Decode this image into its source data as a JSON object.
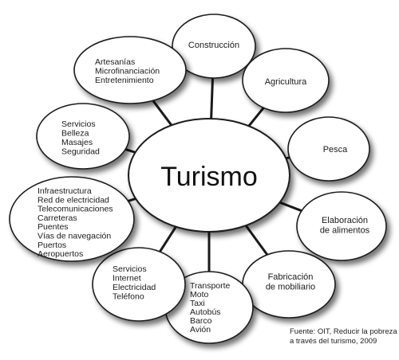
{
  "center": {
    "label": "Turismo"
  },
  "nodes": [
    {
      "id": "construccion",
      "lines": [
        "Construcción"
      ]
    },
    {
      "id": "agricultura",
      "lines": [
        "Agricultura"
      ]
    },
    {
      "id": "pesca",
      "lines": [
        "Pesca"
      ]
    },
    {
      "id": "elaboracion",
      "lines": [
        "Elaboración",
        "de alimentos"
      ]
    },
    {
      "id": "fabricacion",
      "lines": [
        "Fabricación",
        "de mobiliario"
      ]
    },
    {
      "id": "transporte",
      "lines": [
        "Transporte",
        "Moto",
        "Taxi",
        "Autobús",
        "Barco",
        "Avión"
      ]
    },
    {
      "id": "servicios-internet",
      "lines": [
        "Servicios",
        "Internet",
        "Electricidad",
        "Teléfono"
      ]
    },
    {
      "id": "infraestructura",
      "lines": [
        "Infraestructura",
        "Red de electricidad",
        "Telecomunicaciones",
        "Carreteras",
        "Puentes",
        "Vías de navegación",
        "Puertos",
        "Aeropuertos"
      ]
    },
    {
      "id": "servicios-belleza",
      "lines": [
        "Servicios",
        "Belleza",
        "Masajes",
        "Seguridad"
      ]
    },
    {
      "id": "artesanias",
      "lines": [
        "Artesanías",
        "Microfinanciación",
        "Entretenimiento"
      ]
    }
  ],
  "source": {
    "line1": "Fuente: OIT, Reducir la pobreza",
    "line2": "a través del turismo, 2009"
  },
  "colors": {
    "outline": "#1a1a1a",
    "fill": "#ffffff",
    "shadow": "#8a8a8a"
  }
}
